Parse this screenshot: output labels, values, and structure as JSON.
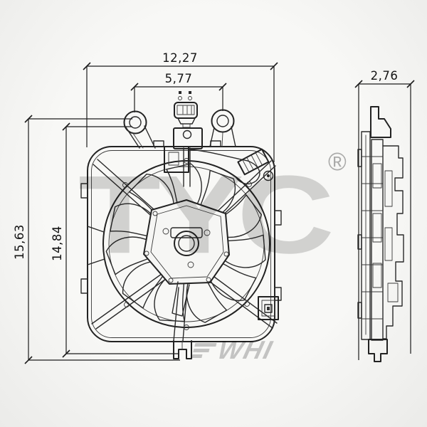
{
  "product_drawing": {
    "subject": "radiator-cooling-fan-assembly-technical-drawing",
    "dimensions": {
      "front_overall_width": "12,27",
      "front_mount_width": "5,77",
      "front_overall_height": "15,63",
      "front_inner_height": "14,84",
      "side_depth": "2,76"
    },
    "watermarks": {
      "brand": "TYC",
      "registered_mark": "®",
      "secondary_mark": "WHI"
    },
    "colors": {
      "background": "#f2f2f0",
      "line": "#2a2a2a",
      "watermark": "#878787"
    }
  }
}
